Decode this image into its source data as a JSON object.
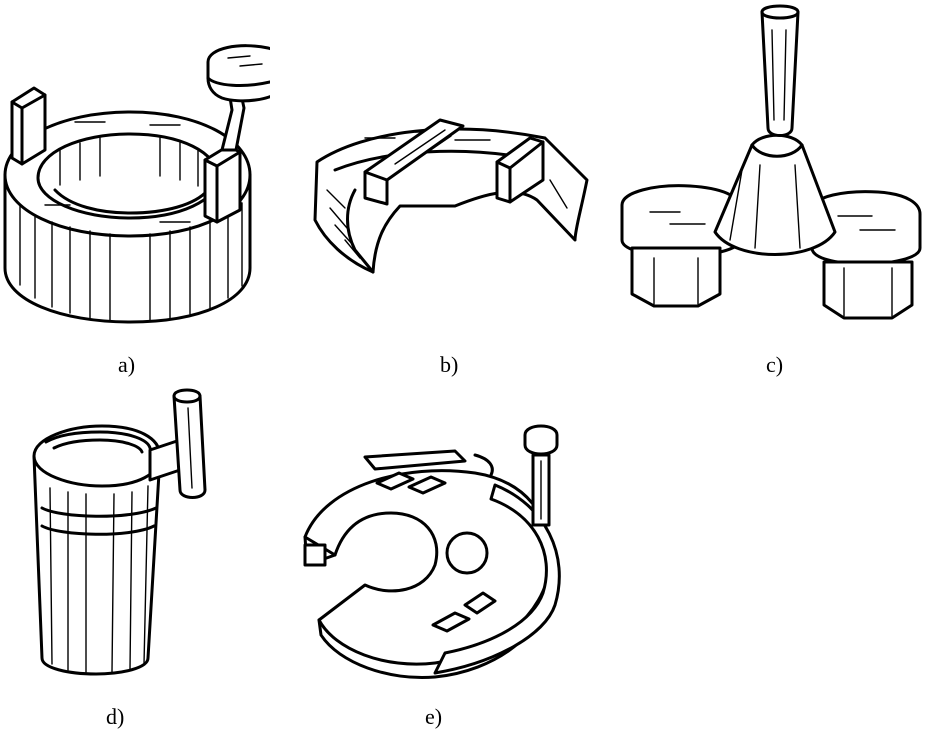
{
  "figure": {
    "panels": [
      {
        "id": "a",
        "caption": "a)",
        "object": "ring-fixture-with-posts-and-handle"
      },
      {
        "id": "b",
        "caption": "b)",
        "object": "arc-segment-with-two-guides"
      },
      {
        "id": "c",
        "caption": "c)",
        "object": "cone-with-rod-and-two-hex-feet"
      },
      {
        "id": "d",
        "caption": "d)",
        "object": "cylindrical-sleeve-with-side-rod"
      },
      {
        "id": "e",
        "caption": "e)",
        "object": "slotted-plate-with-post"
      }
    ],
    "line_color": "#000000",
    "background": "#ffffff"
  }
}
